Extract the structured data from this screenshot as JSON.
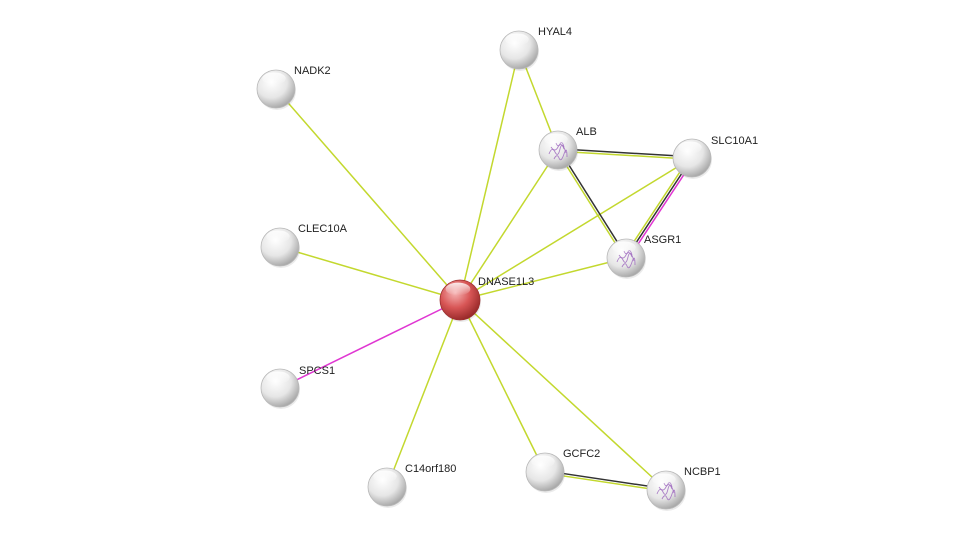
{
  "network": {
    "nodes": [
      {
        "id": "DNASE1L3",
        "label": "DNASE1L3",
        "type": "query"
      },
      {
        "id": "HYAL4",
        "label": "HYAL4",
        "type": "partner"
      },
      {
        "id": "NADK2",
        "label": "NADK2",
        "type": "partner"
      },
      {
        "id": "ALB",
        "label": "ALB",
        "type": "partner",
        "structure_icon": "protein-structure-icon"
      },
      {
        "id": "SLC10A1",
        "label": "SLC10A1",
        "type": "partner"
      },
      {
        "id": "CLEC10A",
        "label": "CLEC10A",
        "type": "partner"
      },
      {
        "id": "ASGR1",
        "label": "ASGR1",
        "type": "partner",
        "structure_icon": "protein-structure-icon"
      },
      {
        "id": "SPCS1",
        "label": "SPCS1",
        "type": "partner"
      },
      {
        "id": "C14orf180",
        "label": "C14orf180",
        "type": "partner"
      },
      {
        "id": "GCFC2",
        "label": "GCFC2",
        "type": "partner"
      },
      {
        "id": "NCBP1",
        "label": "NCBP1",
        "type": "partner",
        "structure_icon": "protein-structure-icon"
      }
    ],
    "edges": [
      {
        "source": "DNASE1L3",
        "target": "HYAL4",
        "evidence": [
          "textmining"
        ]
      },
      {
        "source": "DNASE1L3",
        "target": "NADK2",
        "evidence": [
          "textmining"
        ]
      },
      {
        "source": "DNASE1L3",
        "target": "ALB",
        "evidence": [
          "textmining"
        ]
      },
      {
        "source": "DNASE1L3",
        "target": "SLC10A1",
        "evidence": [
          "textmining"
        ]
      },
      {
        "source": "DNASE1L3",
        "target": "CLEC10A",
        "evidence": [
          "textmining"
        ]
      },
      {
        "source": "DNASE1L3",
        "target": "ASGR1",
        "evidence": [
          "textmining"
        ]
      },
      {
        "source": "DNASE1L3",
        "target": "SPCS1",
        "evidence": [
          "experimental"
        ]
      },
      {
        "source": "DNASE1L3",
        "target": "C14orf180",
        "evidence": [
          "textmining"
        ]
      },
      {
        "source": "DNASE1L3",
        "target": "GCFC2",
        "evidence": [
          "textmining"
        ]
      },
      {
        "source": "DNASE1L3",
        "target": "NCBP1",
        "evidence": [
          "textmining"
        ]
      },
      {
        "source": "HYAL4",
        "target": "ALB",
        "evidence": [
          "textmining"
        ]
      },
      {
        "source": "ALB",
        "target": "SLC10A1",
        "evidence": [
          "coexpression",
          "textmining"
        ]
      },
      {
        "source": "ALB",
        "target": "ASGR1",
        "evidence": [
          "coexpression",
          "textmining"
        ]
      },
      {
        "source": "SLC10A1",
        "target": "ASGR1",
        "evidence": [
          "experimental",
          "coexpression",
          "textmining"
        ]
      },
      {
        "source": "GCFC2",
        "target": "NCBP1",
        "evidence": [
          "coexpression",
          "textmining"
        ]
      }
    ]
  },
  "colors": {
    "textmining": "#c3d82e",
    "coexpression": "#333333",
    "experimental": "#e036d2",
    "query_node": "#d84a4a",
    "partner_node": "#e4e4e4",
    "structure_icon": "#a06cc0"
  }
}
